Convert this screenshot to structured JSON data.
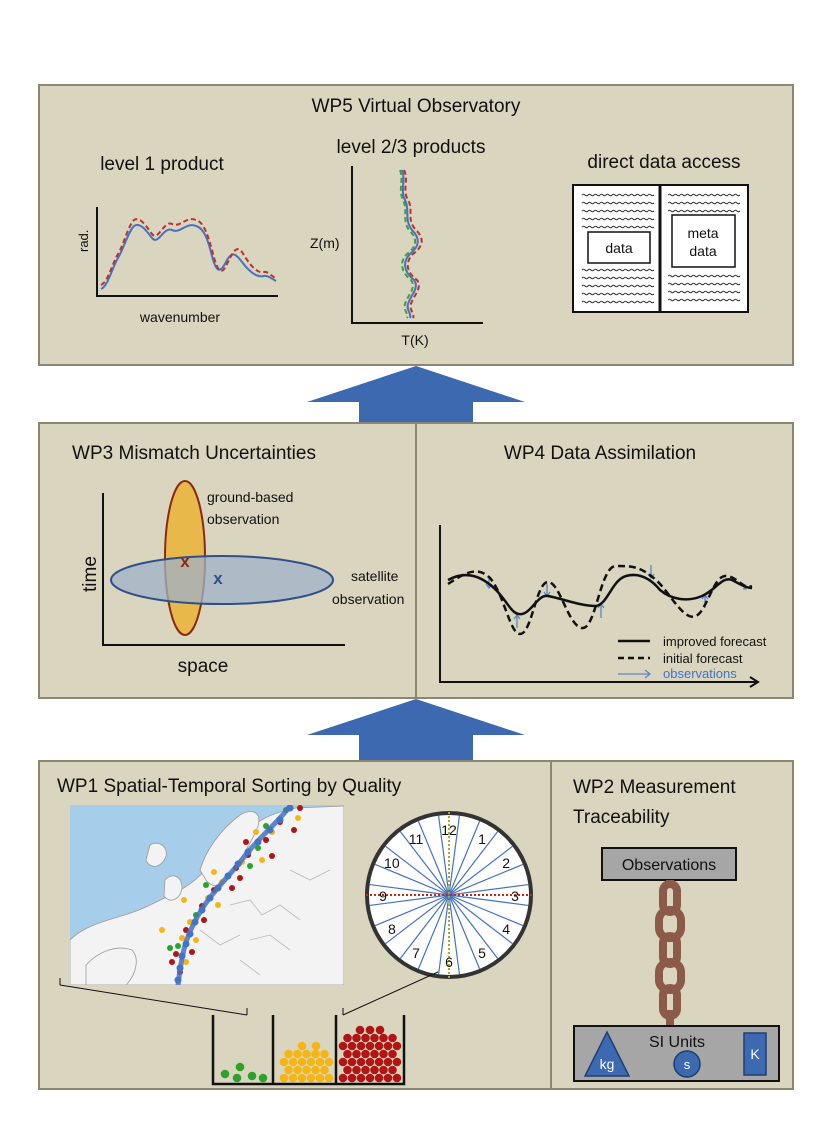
{
  "wp5": {
    "title": "WP5 Virtual Observatory",
    "level1": {
      "title": "level 1 product",
      "ylabel": "rad.",
      "xlabel": "wavenumber"
    },
    "level23": {
      "title": "level 2/3 products",
      "ylabel": "Z(m)",
      "xlabel": "T(K)"
    },
    "direct": {
      "title": "direct data access",
      "data_label": "data",
      "meta_line1": "meta",
      "meta_line2": "data"
    }
  },
  "wp3": {
    "title": "WP3 Mismatch Uncertainties",
    "ylabel": "time",
    "xlabel": "space",
    "ground_line1": "ground-based",
    "ground_line2": "observation",
    "sat_line1": "satellite",
    "sat_line2": "observation",
    "mark": "x"
  },
  "wp4": {
    "title": "WP4 Data Assimilation",
    "legend": {
      "improved": "improved forecast",
      "initial": "initial forecast",
      "observations": "observations"
    }
  },
  "wp1": {
    "title": "WP1 Spatial-Temporal Sorting by Quality",
    "clock_numbers": [
      "12",
      "1",
      "2",
      "3",
      "4",
      "5",
      "6",
      "7",
      "8",
      "9",
      "10",
      "11"
    ]
  },
  "wp2": {
    "title_line1": "WP2 Measurement",
    "title_line2": "Traceability",
    "observations_label": "Observations",
    "si_label": "SI Units",
    "kg": "kg",
    "s": "s",
    "k": "K"
  },
  "colors": {
    "panel_fill": "#d9d5bf",
    "panel_border": "#8c8770",
    "arrow_blue": "#3d69b0",
    "curve_blue": "#4472c4",
    "dashed_red": "#c0302c",
    "dashed_green": "#3aa33a",
    "ground_fill": "#e8b84a",
    "ground_stroke": "#8b2a12",
    "sat_fill": "#9fb2c8",
    "sat_stroke": "#2f4f8a",
    "sea": "#a6cde9",
    "land": "#f3f3f3",
    "dot_green": "#2ba32b",
    "dot_yellow": "#f5b614",
    "dot_red": "#b01414",
    "chain": "#8b5a48",
    "si_fill": "#a6a6a6",
    "si_shape": "#3d69b0"
  }
}
